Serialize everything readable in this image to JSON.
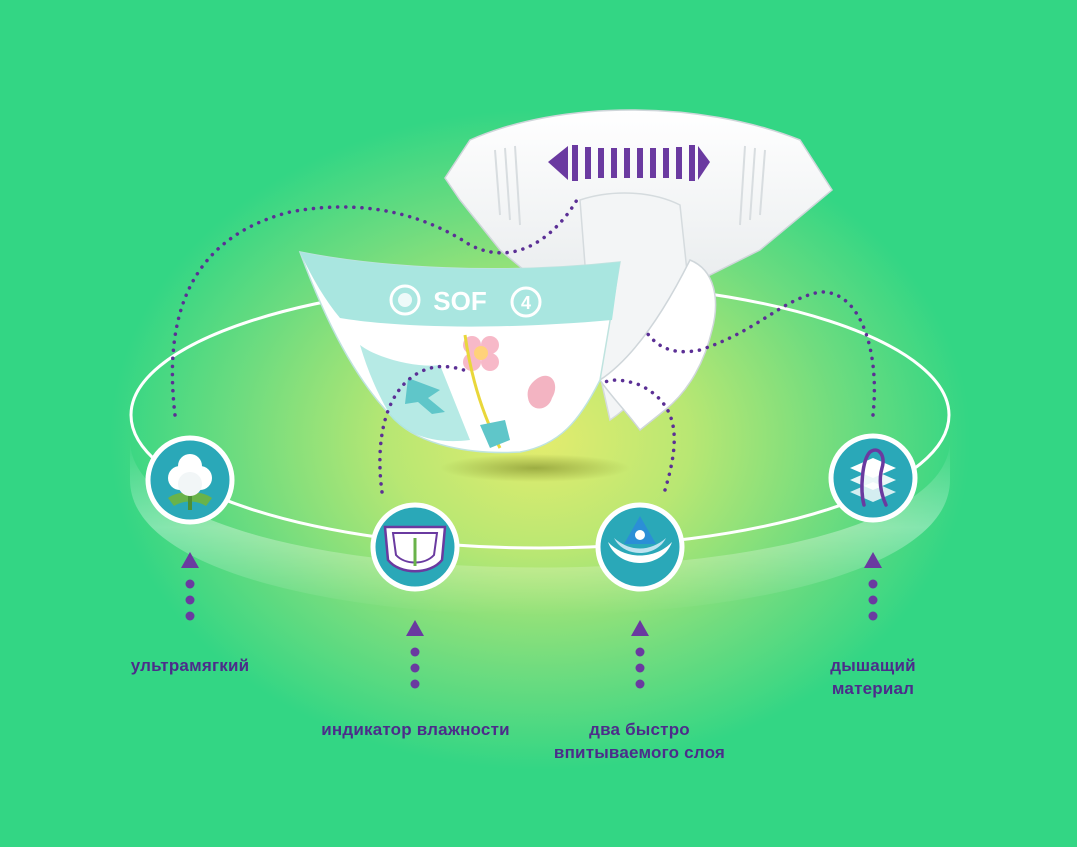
{
  "brand": {
    "logo_text": "SOF",
    "size_badge": "4"
  },
  "features": [
    {
      "id": "soft",
      "label": "ультрамягкий",
      "icon": "cotton-icon"
    },
    {
      "id": "wetness",
      "label": "индикатор влажности",
      "icon": "diaper-indicator-icon"
    },
    {
      "id": "layers",
      "label": "два быстро впитываемого слоя",
      "icon": "absorbent-layers-icon"
    },
    {
      "id": "breathable",
      "label": "дышащий материал",
      "icon": "breathable-layers-icon"
    }
  ],
  "colors": {
    "background": "#33d684",
    "glow": "#e3ec6e",
    "accent": "#6a3aa0",
    "label": "#4c2d8a",
    "icon_circle": "#2aa8b8",
    "diaper_teal": "#a9e6e0"
  }
}
